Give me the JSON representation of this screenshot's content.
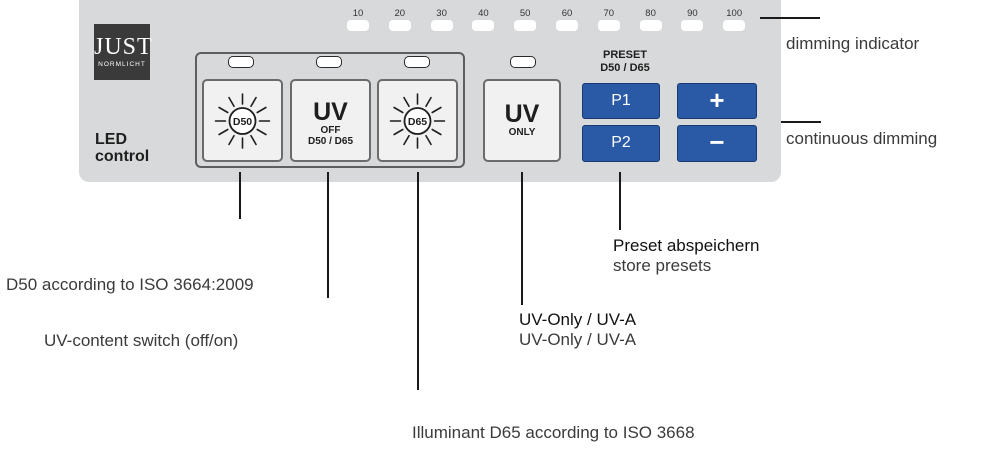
{
  "panel": {
    "brand": "JUST",
    "brand_sub": "NORMLICHT",
    "title": "LED\ncontrol"
  },
  "dimming_ticks": [
    "10",
    "20",
    "30",
    "40",
    "50",
    "60",
    "70",
    "80",
    "90",
    "100"
  ],
  "buttons": {
    "d50_label": "D50",
    "uv_off_title": "UV",
    "uv_off_sub1": "OFF",
    "uv_off_sub2": "D50 / D65",
    "d65_label": "D65",
    "uv_only_title": "UV",
    "uv_only_sub": "ONLY",
    "preset_header": "PRESET\nD50 / D65",
    "p1": "P1",
    "p2": "P2",
    "plus": "+",
    "minus": "−"
  },
  "annotations": {
    "dimming_indicator": "dimming indicator",
    "continuous_dimming": "continuous dimming",
    "d50": "D50 according to ISO 3664:2009",
    "uv_switch": "UV-content switch (off/on)",
    "d65": "Illuminant D65 according to ISO 3668",
    "uv_only_line1": "UV-Only / UV-A",
    "uv_only_line2": "UV-Only / UV-A",
    "preset_de": "Preset abspeichern",
    "preset_en": "store presets"
  },
  "colors": {
    "panel": "#d7d9da",
    "button_blue": "#2a5aa6",
    "logo": "#3a3a3a"
  }
}
